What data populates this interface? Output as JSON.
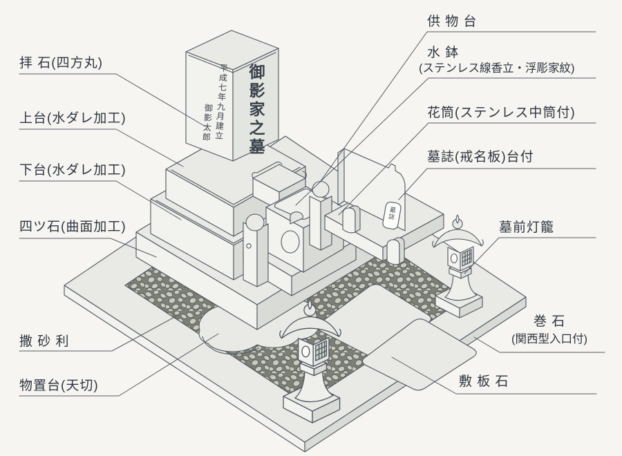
{
  "labels": {
    "haiseki": "拝 石(四方丸)",
    "uwadai": "上台(水ダレ加工)",
    "shitadai": "下台(水ダレ加工)",
    "yotsuishi": "四ツ石(曲面加工)",
    "makijari": "撒 砂 利",
    "monookidai": "物置台(天切)",
    "kumotsudai": "供 物 台",
    "mizubachi": "水 鉢",
    "mizubachi_sub": "(ステンレス線香立・浮彫家紋)",
    "hanazutsu": "花筒(ステンレス中筒付)",
    "boshi": "墓誌(戒名板)台付",
    "bozen_toro": "墓前灯籠",
    "makiishi": "巻 石",
    "makiishi_sub": "(関西型入口付)",
    "shikiita_ishi": "敷 板 石"
  },
  "monument": {
    "front_inscription": "御影家之墓",
    "side_inscription_date": "平成七年九月建立",
    "side_inscription_name": "御影太郎",
    "tablet_plate": "墓誌"
  },
  "colors": {
    "paper": "#f6f5f1",
    "line": "#4e5560",
    "stone_top": "#e9eae5",
    "stone_left": "#f2f2ee",
    "stone_right": "#d9dbd6",
    "gravel_dark": "#7c7f76",
    "pebble": "#c8cac1",
    "label_text": "#2e3540"
  }
}
